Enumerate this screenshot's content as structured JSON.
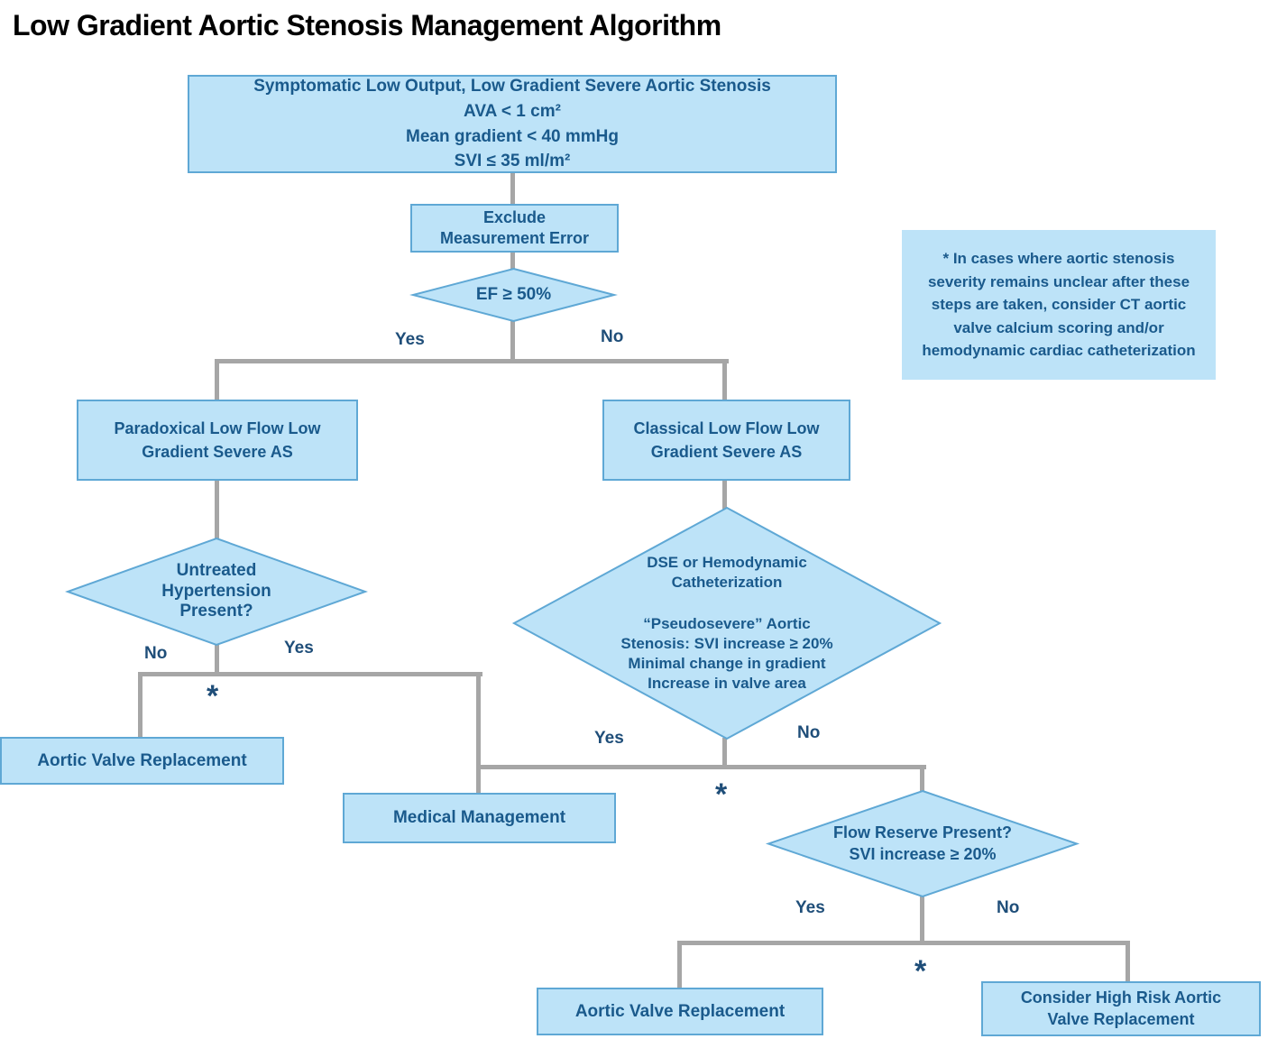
{
  "title": "Low Gradient Aortic Stenosis Management Algorithm",
  "colors": {
    "node_fill": "#BDE3F8",
    "node_border": "#5FA8D5",
    "node_text": "#1A5A8C",
    "label_text": "#1F4E79",
    "line": "#A6A6A6"
  },
  "nodes": {
    "start": {
      "lines": [
        "Symptomatic Low Output, Low Gradient Severe Aortic Stenosis",
        "AVA < 1 cm²",
        "Mean gradient < 40 mmHg",
        "SVI ≤ 35 ml/m²"
      ]
    },
    "exclude_error": {
      "lines": [
        "Exclude",
        "Measurement Error"
      ]
    },
    "ef_decision": {
      "text": "EF ≥ 50%"
    },
    "paradoxical": {
      "lines": [
        "Paradoxical Low Flow Low",
        "Gradient Severe AS"
      ]
    },
    "classical": {
      "lines": [
        "Classical Low Flow Low",
        "Gradient Severe AS"
      ]
    },
    "hypertension_decision": {
      "lines": [
        "Untreated",
        "Hypertension",
        "Present?"
      ]
    },
    "avr_left": {
      "text": "Aortic Valve Replacement"
    },
    "medical_management": {
      "text": "Medical Management"
    },
    "dse_decision": {
      "lines_top": [
        "DSE or Hemodynamic",
        "Catheterization"
      ],
      "lines_bottom": [
        "“Pseudosevere” Aortic",
        "Stenosis: SVI increase ≥ 20%",
        "Minimal change in gradient",
        "Increase in valve area"
      ]
    },
    "flow_reserve_decision": {
      "lines": [
        "Flow Reserve Present?",
        "SVI increase ≥ 20%"
      ]
    },
    "avr_bottom": {
      "text": "Aortic Valve Replacement"
    },
    "consider_high_risk": {
      "lines": [
        "Consider High Risk Aortic",
        "Valve Replacement"
      ]
    },
    "footnote": {
      "text": "* In cases where aortic stenosis severity remains unclear after these steps are taken, consider CT aortic valve calcium scoring and/or hemodynamic cardiac catheterization"
    }
  },
  "labels": {
    "ef_yes": "Yes",
    "ef_no": "No",
    "hypertension_no": "No",
    "hypertension_yes": "Yes",
    "hypertension_star": "*",
    "dse_yes": "Yes",
    "dse_no": "No",
    "dse_star": "*",
    "flow_reserve_yes": "Yes",
    "flow_reserve_no": "No",
    "flow_reserve_star": "*"
  }
}
